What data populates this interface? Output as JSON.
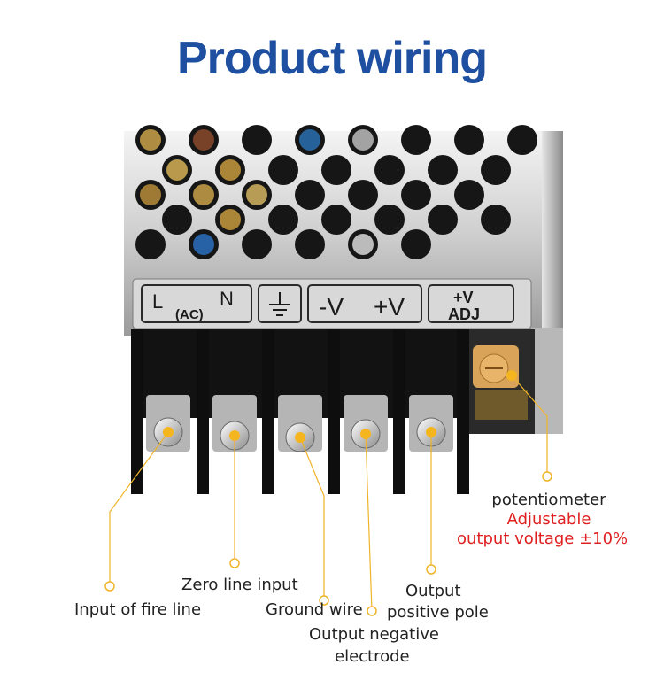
{
  "title": "Product wiring",
  "panel": {
    "terminal_L": "L",
    "terminal_AC": "(AC)",
    "terminal_N": "N",
    "terminal_ground_symbol": "ground-icon",
    "terminal_neg": "-V",
    "terminal_pos": "+V",
    "terminal_adj_top": "+V",
    "terminal_adj_bottom": "ADJ"
  },
  "callouts": {
    "fire_line": "Input of fire line",
    "zero_line": "Zero line input",
    "ground": "Ground wire",
    "neg_line1": "Output  negative",
    "neg_line2": "electrode",
    "pos_line1": "Output",
    "pos_line2": "positive pole",
    "pot_line1": "potentiometer",
    "pot_line2": "Adjustable",
    "pot_line3": "output voltage ±10%"
  },
  "colors": {
    "title": "#1e4fa0",
    "callout_line": "#f0b429",
    "highlight": "#e02020"
  }
}
